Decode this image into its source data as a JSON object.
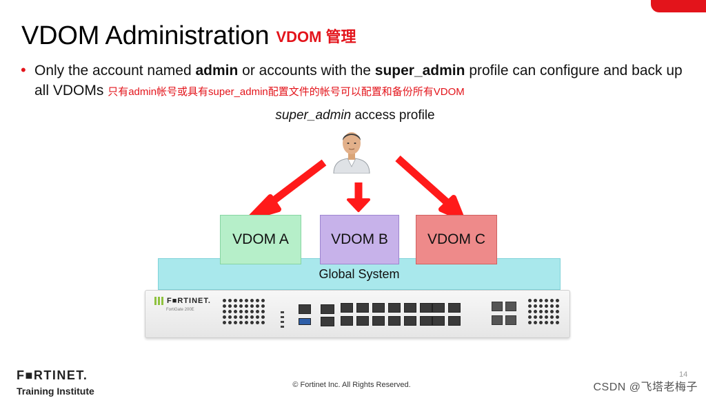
{
  "slide": {
    "title": "VDOM Administration",
    "title_cn": "VDOM 管理",
    "bullet": {
      "marker": "•",
      "text_1": "Only the account named ",
      "bold_1": "admin",
      "text_2": " or accounts with the ",
      "bold_2": "super_admin",
      "text_3": " profile can configure and back up all VDOMs ",
      "cn_note": "只有admin帐号或具有super_admin配置文件的帐号可以配置和备份所有VDOM"
    },
    "profile_label_italic": "super_admin",
    "profile_label_rest": " access profile",
    "person_icon": "user-avatar-icon",
    "vdoms": [
      "VDOM A",
      "VDOM B",
      "VDOM C"
    ],
    "global_system": "Global System",
    "device": {
      "brand": "F■RTINET.",
      "model": "FortiGate 200E"
    },
    "colors": {
      "accent_red": "#e3141b",
      "arrow_red": "#ff1a1a",
      "global_system_fill": "#a9e8ec",
      "vdom_a_fill": "#b6efc9",
      "vdom_b_fill": "#c7b2ea",
      "vdom_c_fill": "#ee8a8a"
    }
  },
  "footer": {
    "logo": "F■RTINET.",
    "training": "Training Institute",
    "copyright": "© Fortinet Inc. All Rights Reserved.",
    "page_number": "14",
    "watermark": "CSDN @飞塔老梅子"
  }
}
